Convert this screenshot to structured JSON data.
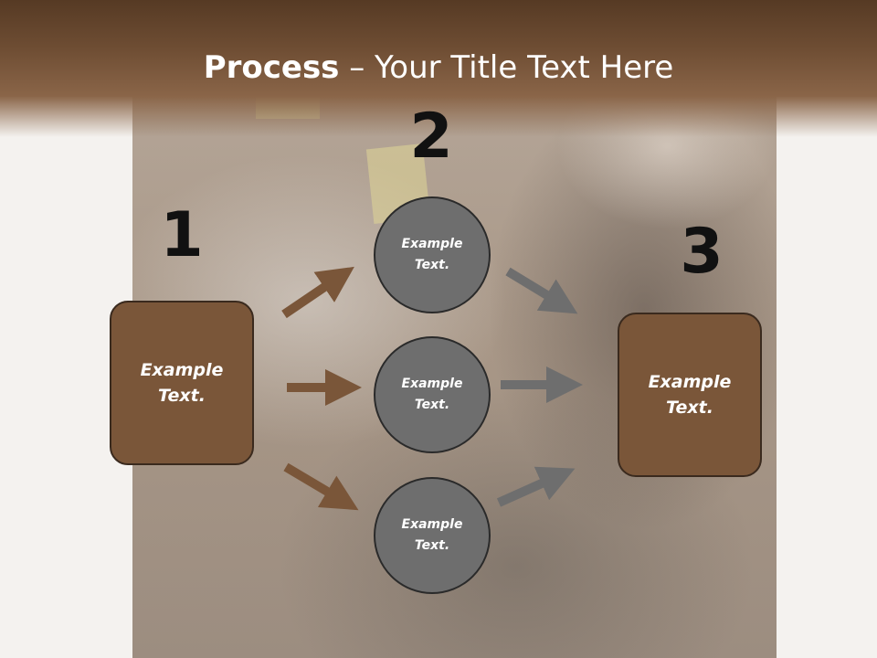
{
  "slide": {
    "title_bold": "Process",
    "title_rest": " – Your Title Text Here"
  },
  "steps": [
    {
      "number": "1",
      "label": "Example Text."
    },
    {
      "number": "2",
      "label": "Example Text."
    },
    {
      "number": "3",
      "label": "Example Text."
    }
  ],
  "circles": [
    {
      "label": "Example Text."
    },
    {
      "label": "Example Text."
    },
    {
      "label": "Example Text."
    }
  ],
  "colors": {
    "header": "#6e4d33",
    "box_fill": "#7a5639",
    "circle_fill": "#6e6e6e",
    "brown_arrow": "#7a5639",
    "gray_arrow": "#6e6e6e"
  }
}
